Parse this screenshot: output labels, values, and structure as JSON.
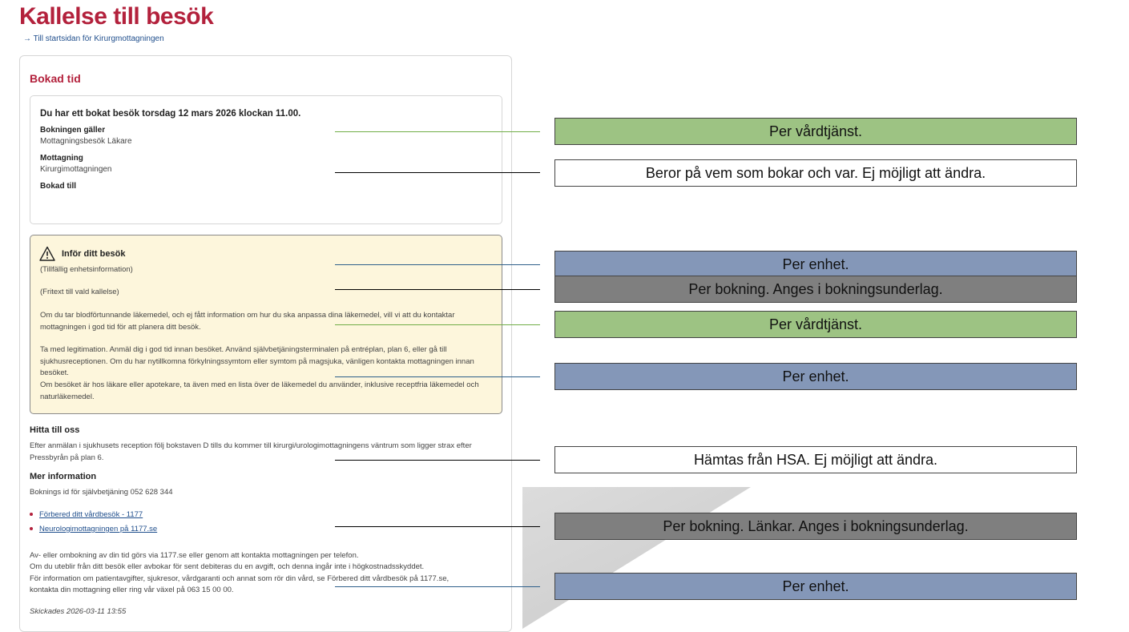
{
  "header": {
    "title": "Kallelse till besök",
    "back_link": "→ Till startsidan för Kirurgmottagningen"
  },
  "booking": {
    "section_title": "Bokad tid",
    "headline": "Du har ett bokat besök torsdag 12 mars 2026 klockan 11.00.",
    "applies_label": "Bokningen gäller",
    "applies_value": "Mottagningsbesök Läkare",
    "clinic_label": "Mottagning",
    "clinic_value": "Kirurgimottagningen",
    "booked_for_label": "Bokad till"
  },
  "notice": {
    "title": "Inför ditt besök",
    "icon": "warning-icon",
    "temp_info": "(Tillfällig enhetsinformation)",
    "free_text": "(Fritext till vald kallelse)",
    "medication_text": "Om du tar blodförtunnande läkemedel, och ej fått information om hur du ska anpassa dina läkemedel, vill vi att du kontaktar mottagningen i god tid för att planera ditt besök.",
    "id_text": "Ta med legitimation. Anmäl dig i god tid innan besöket. Använd självbetjäningsterminalen på entréplan, plan 6, eller gå till sjukhusreceptionen. Om du har nytillkomna förkylningssymtom eller symtom på magsjuka, vänligen kontakta mottagningen innan besöket.",
    "medlist_text": "Om besöket är hos läkare eller apotekare, ta även med en lista över de läkemedel du använder, inklusive receptfria läkemedel och naturläkemedel."
  },
  "directions": {
    "title": "Hitta till oss",
    "text": "Efter anmälan i sjukhusets reception följ bokstaven D tills du kommer till kirurgi/urologimottagningens väntrum som ligger strax efter Pressbyrån på plan 6."
  },
  "more_info": {
    "title": "Mer information",
    "booking_id": "Boknings id för självbetjäning 052 628 344",
    "links": [
      "Förbered ditt vårdbesök - 1177",
      "Neurologimottagningen på 1177.se"
    ],
    "footer_lines": [
      "Av- eller ombokning av din tid görs via 1177.se eller genom att kontakta mottagningen per telefon.",
      "Om du uteblir från ditt besök eller avbokar för sent debiteras du en avgift, och denna ingår inte i högkostnadsskyddet.",
      "För information om patientavgifter, sjukresor, vårdgaranti och annat som rör din vård, se Förbered ditt vårdbesök på 1177.se,",
      "kontakta din mottagning eller ring vår växel på 063 15 00 00."
    ],
    "sent": "Skickades 2026-03-11 13:55"
  },
  "annotations": [
    {
      "text": "Per vårdtjänst.",
      "color": "#9dc383",
      "line_color": "#70ad47"
    },
    {
      "text": "Beror på vem som bokar och var. Ej möjligt att ändra.",
      "color": "#ffffff",
      "line_color": "#000000"
    },
    {
      "text": "Per enhet.",
      "color": "#8497b8",
      "line_color": "#2e5f8a"
    },
    {
      "text": "Per bokning. Anges i bokningsunderlag.",
      "color": "#7f7f7f",
      "line_color": "#000000"
    },
    {
      "text": "Per vårdtjänst.",
      "color": "#9dc383",
      "line_color": "#70ad47"
    },
    {
      "text": "Per enhet.",
      "color": "#8497b8",
      "line_color": "#2e5f8a"
    },
    {
      "text": "Hämtas från HSA. Ej möjligt att ändra.",
      "color": "#ffffff",
      "line_color": "#000000"
    },
    {
      "text": "Per bokning. Länkar. Anges i bokningsunderlag.",
      "color": "#7f7f7f",
      "line_color": "#000000"
    },
    {
      "text": "Per enhet.",
      "color": "#8497b8",
      "line_color": "#2e5f8a"
    }
  ]
}
